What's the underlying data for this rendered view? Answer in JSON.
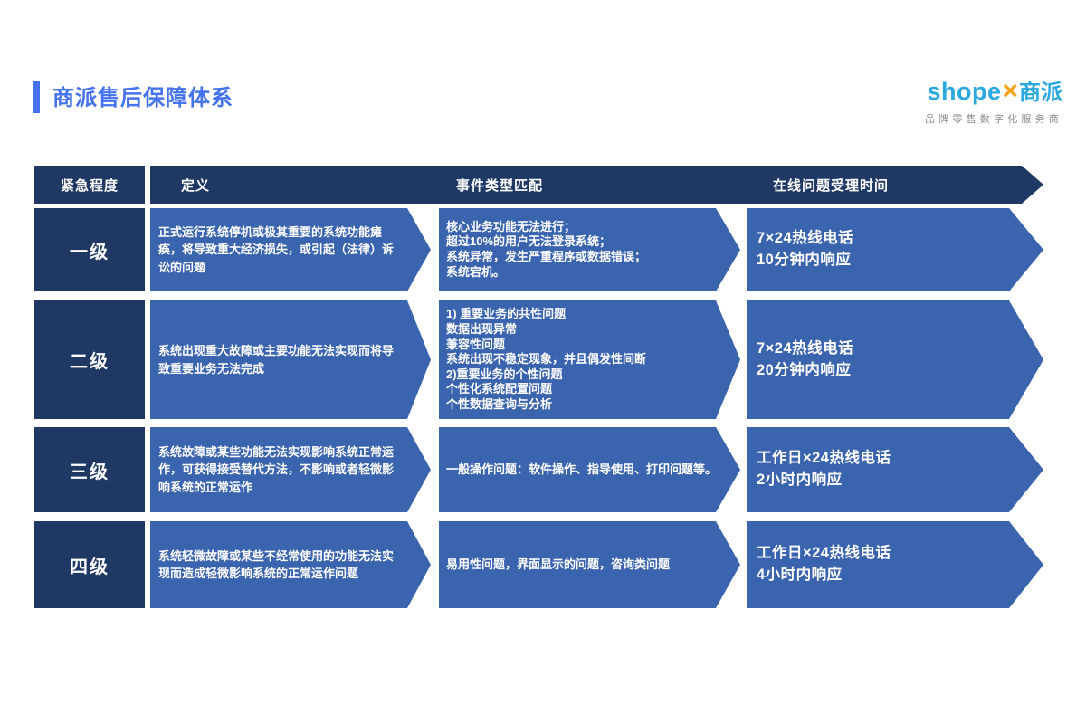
{
  "title": "商派售后保障体系",
  "logo": {
    "latin": "shope",
    "x_mark": "×",
    "cn": "商派",
    "tagline": "品牌零售数字化服务商",
    "blue": "#2AA8DF",
    "orange": "#F7A11A"
  },
  "colors": {
    "navy": "#1F3864",
    "arrow_blue": "#3B64AE",
    "title_blue": "#4573EF",
    "tagline_gray": "#8C8C8C"
  },
  "header": {
    "urgency": "紧急程度",
    "definition": "定义",
    "event_match": "事件类型匹配",
    "response_time": "在线问题受理时间"
  },
  "rows": [
    {
      "level": "一级",
      "definition": "正式运行系统停机或极其重要的系统功能瘫痪，将导致重大经济损失，或引起（法律）诉讼的问题",
      "events": [
        "核心业务功能无法进行；",
        "超过10%的用户无法登录系统；",
        "系统异常，发生严重程序或数据错误；",
        "系统宕机。"
      ],
      "response": [
        "7×24热线电话",
        "10分钟内响应"
      ]
    },
    {
      "level": "二级",
      "definition": "系统出现重大故障或主要功能无法实现而将导致重要业务无法完成",
      "events": [
        "1) 重要业务的共性问题",
        "数据出现异常",
        "兼容性问题",
        "系统出现不稳定现象，并且偶发性间断",
        "2)重要业务的个性问题",
        "个性化系统配置问题",
        "个性数据查询与分析"
      ],
      "response": [
        "7×24热线电话",
        "20分钟内响应"
      ]
    },
    {
      "level": "三级",
      "definition": "系统故障或某些功能无法实现影响系统正常运作，可获得接受替代方法，不影响或者轻微影响系统的正常运作",
      "events": [
        "一般操作问题：软件操作、指导使用、打印问题等。"
      ],
      "response": [
        "工作日×24热线电话",
        "2小时内响应"
      ]
    },
    {
      "level": "四级",
      "definition": "系统轻微故障或某些不经常使用的功能无法实现而造成轻微影响系统的正常运作问题",
      "events": [
        "易用性问题，界面显示的问题，咨询类问题"
      ],
      "response": [
        "工作日×24热线电话",
        "4小时内响应"
      ]
    }
  ]
}
